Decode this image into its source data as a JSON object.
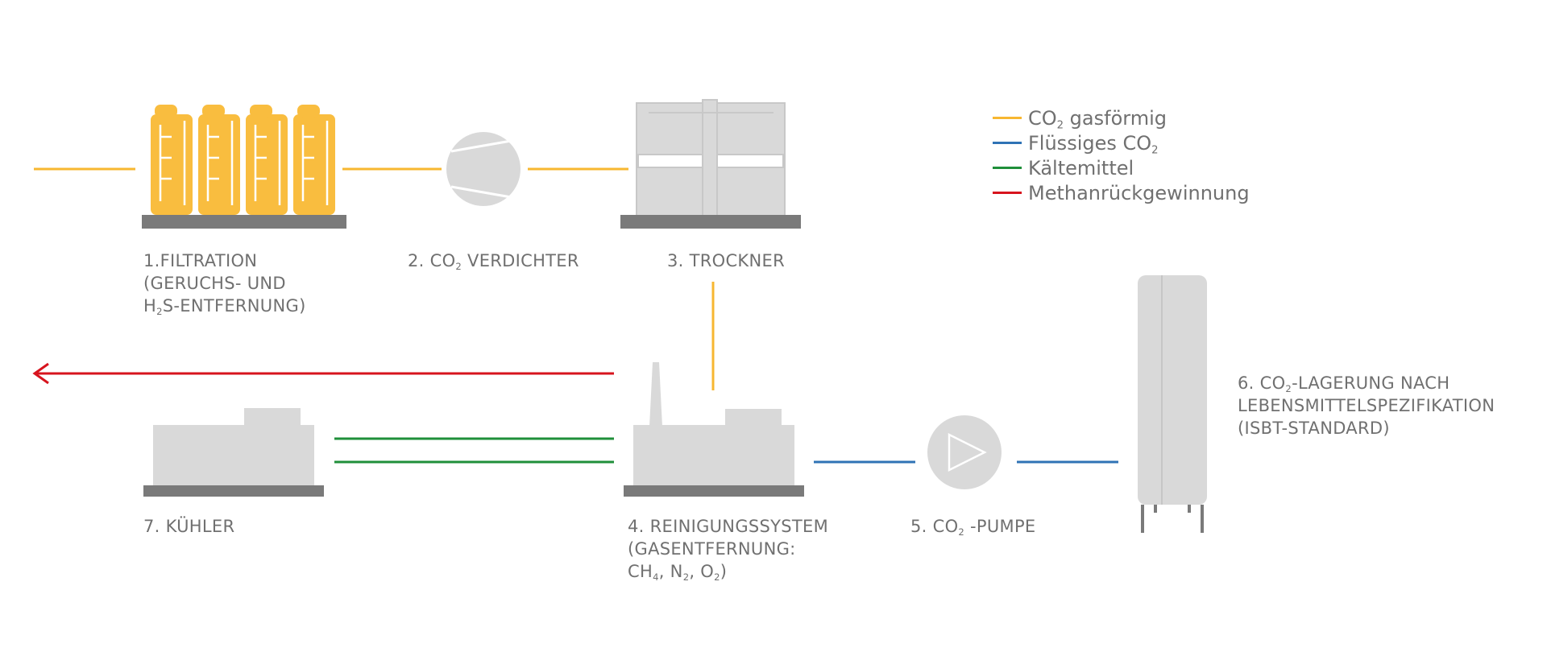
{
  "colors": {
    "gas": "#f7b731",
    "liquid": "#2f73b5",
    "refrigerant": "#1f8f3a",
    "methane": "#d7141e",
    "equipment": "#d9d9d9",
    "base": "#7a7a7a",
    "text": "#707070",
    "filter": "#f9bd3f"
  },
  "legend": [
    {
      "color_key": "gas",
      "pre": "CO",
      "sub": "2",
      "post": " gasförmig"
    },
    {
      "color_key": "liquid",
      "pre": "Flüssiges CO",
      "sub": "2",
      "post": ""
    },
    {
      "color_key": "refrigerant",
      "pre": "Kältemittel",
      "sub": "",
      "post": ""
    },
    {
      "color_key": "methane",
      "pre": "Methanrückgewinnung",
      "sub": "",
      "post": ""
    }
  ],
  "steps": {
    "filtration": {
      "line1": "1.FILTRATION",
      "line2": "(GERUCHS- UND",
      "line3_pre": "H",
      "line3_sub": "2",
      "line3_post": "S-ENTFERNUNG)"
    },
    "compressor": {
      "pre": "2. CO",
      "sub": "2",
      "post": " VERDICHTER"
    },
    "dryer": {
      "text": "3. TROCKNER"
    },
    "purification": {
      "line1": "4. REINIGUNGSSYSTEM",
      "line2": "(GASENTFERNUNG:",
      "l3_a": "CH",
      "l3_a_sub": "4",
      "l3_b": ", N",
      "l3_b_sub": "2",
      "l3_c": ", O",
      "l3_c_sub": "2",
      "l3_d": ")"
    },
    "pump": {
      "pre": "5. CO",
      "sub": "2",
      "post": " -PUMPE"
    },
    "storage": {
      "line1_pre": "6. CO",
      "line1_sub": "2",
      "line1_post": "-LAGERUNG NACH",
      "line2": "LEBENSMITTELSPEZIFIKATION",
      "line3": "(ISBT-STANDARD)"
    },
    "cooler": {
      "text": "7. KÜHLER"
    }
  }
}
